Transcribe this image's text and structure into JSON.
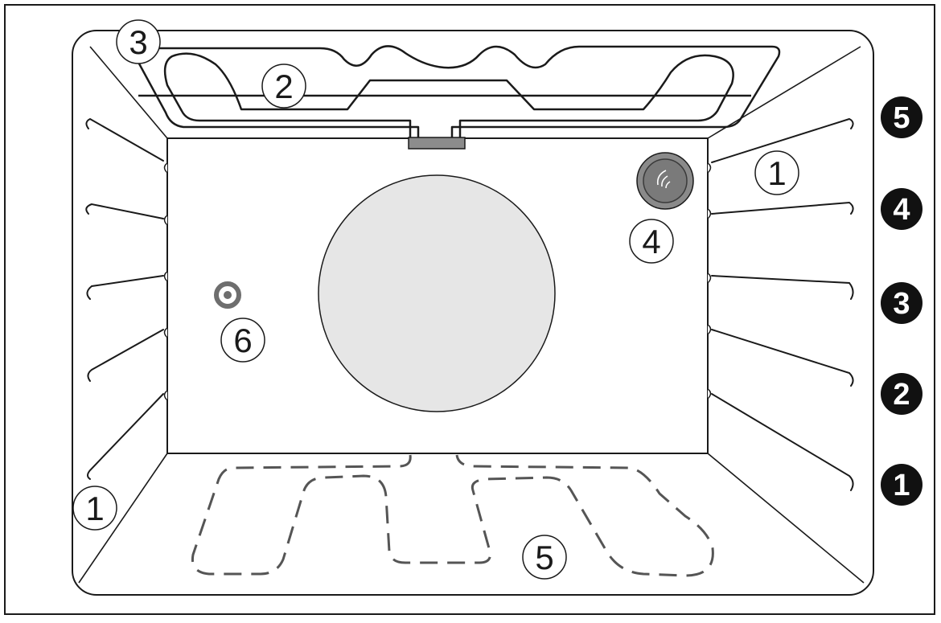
{
  "callouts": {
    "side_runner_left": "1",
    "side_runner_right": "1",
    "grill_element": "2",
    "top_heat_element": "3",
    "light": "4",
    "bottom_heat_element": "5",
    "temperature_sensor": "6"
  },
  "shelf_levels": [
    "5",
    "4",
    "3",
    "2",
    "1"
  ],
  "colors": {
    "line": "#1a1a1a",
    "fan_cover_fill": "#e6e6e6",
    "light_fill": "#8a8a8a",
    "sensor_ring": "#6e6e6e",
    "connector_fill": "#8c8c8c",
    "level_badge": "#111111"
  }
}
